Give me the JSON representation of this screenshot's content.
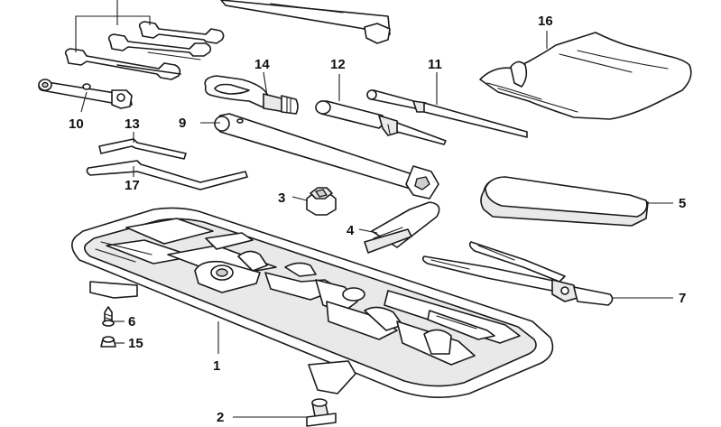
{
  "callouts": {
    "c1": "1",
    "c2": "2",
    "c3": "3",
    "c4": "4",
    "c5": "5",
    "c6": "6",
    "c7": "7",
    "c9": "9",
    "c10": "10",
    "c11": "11",
    "c12": "12",
    "c13": "13",
    "c14": "14",
    "c15": "15",
    "c16": "16",
    "c17": "17"
  },
  "colors": {
    "line": "#1a1a1a",
    "fill": "#ffffff",
    "shade": "#e9e9e9"
  }
}
